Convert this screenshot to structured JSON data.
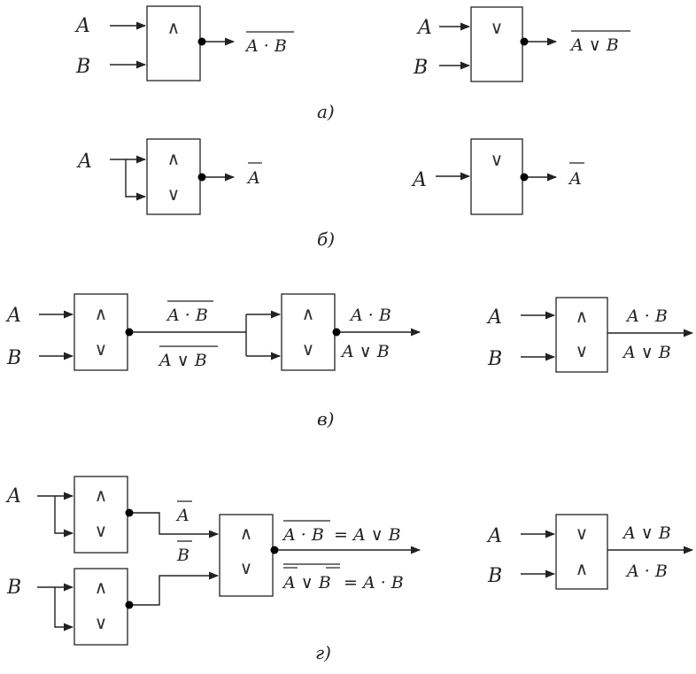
{
  "a": {
    "caption": "а)",
    "left": {
      "in1": "A",
      "in2": "B",
      "sym": "∧",
      "out": "A · B"
    },
    "right": {
      "in1": "A",
      "in2": "B",
      "sym": "∨",
      "out": "A ∨ B"
    }
  },
  "b": {
    "caption": "б)",
    "left": {
      "in1": "A",
      "sym_top": "∧",
      "sym_bottom": "∨",
      "out": "A"
    },
    "right": {
      "in1": "A",
      "sym": "∨",
      "out": "A"
    }
  },
  "v": {
    "caption": "в)",
    "left": {
      "in1": "A",
      "in2": "B",
      "g1_top": "∧",
      "g1_bottom": "∨",
      "mid_top": "A · B",
      "mid_bottom": "A ∨ B",
      "g2_top": "∧",
      "g2_bottom": "∨",
      "out_top": "A · B",
      "out_bottom": "A ∨ B"
    },
    "right": {
      "in1": "A",
      "in2": "B",
      "sym_top": "∧",
      "sym_bottom": "∨",
      "out_top": "A · B",
      "out_bottom": "A ∨ B"
    }
  },
  "g": {
    "caption": "г)",
    "left": {
      "in1": "A",
      "in2": "B",
      "g1_top": "∧",
      "g1_bottom": "∨",
      "g2_top": "∧",
      "g2_bottom": "∨",
      "not_a": "A",
      "not_b": "B",
      "g3_top": "∧",
      "g3_bottom": "∨",
      "out1_lhs": "A · B",
      "out1_rhs": "= A ∨ B",
      "out2_lhs": "A ∨ B",
      "out2_rhs": "= A · B"
    },
    "right": {
      "in1": "A",
      "in2": "B",
      "sym_top": "∨",
      "sym_bottom": "∧",
      "out_top": "A ∨ B",
      "out_bottom": "A · B"
    }
  }
}
